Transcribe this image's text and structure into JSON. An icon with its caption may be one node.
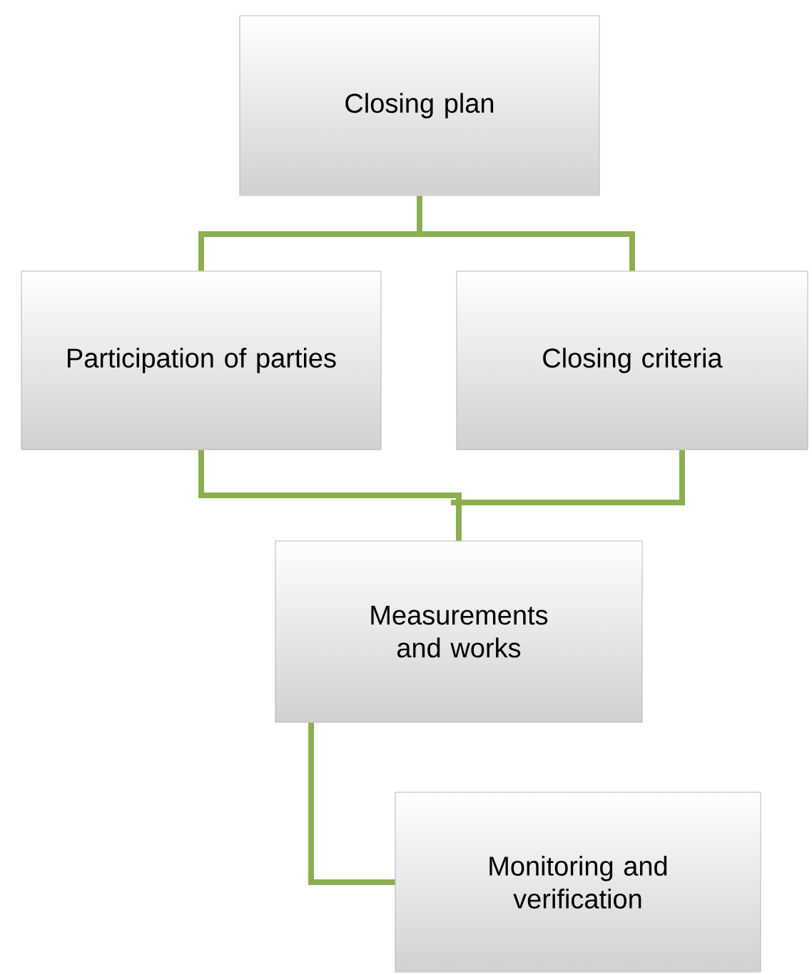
{
  "diagram": {
    "nodes": [
      {
        "text": [
          "Closing plan"
        ]
      },
      {
        "text": [
          "Participation of parties"
        ]
      },
      {
        "text": [
          "Closing criteria"
        ]
      },
      {
        "text": [
          "Measurements and works"
        ]
      },
      {
        "text": [
          "Monitoring and verification"
        ]
      }
    ],
    "edges": [
      {
        "from": 0,
        "to": 1,
        "arrow": "none"
      },
      {
        "from": 0,
        "to": 2,
        "arrow": "none"
      },
      {
        "from": 1,
        "to": 3,
        "arrow": "none"
      },
      {
        "from": 2,
        "to": 3,
        "arrow": "none"
      },
      {
        "from": 3,
        "to": 4,
        "arrow": "none"
      }
    ]
  }
}
